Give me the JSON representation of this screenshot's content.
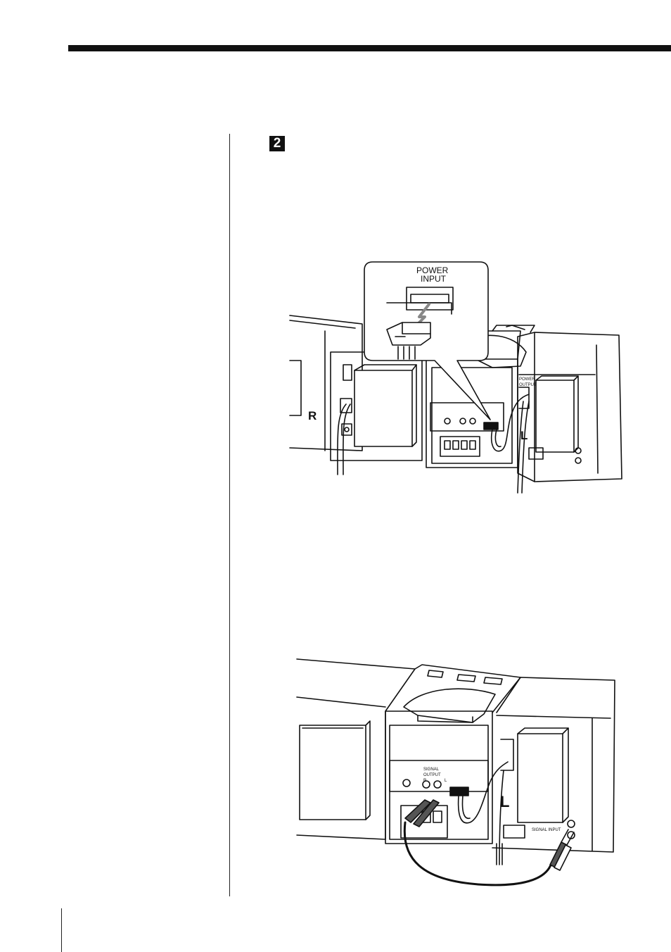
{
  "step": {
    "number": "2"
  },
  "figure1": {
    "callout_label_line1": "POWER",
    "callout_label_line2": "INPUT",
    "unit_label_right": "R",
    "unit_label_left": "L",
    "power_output_line1": "POWER",
    "power_output_line2": "OUTPUT"
  },
  "figure2": {
    "signal_output_line1": "SIGNAL",
    "signal_output_line2": "OUTPUT",
    "channel_r": "R",
    "channel_l": "L",
    "signal_input": "SIGNAL INPUT",
    "unit_label_left": "L"
  }
}
